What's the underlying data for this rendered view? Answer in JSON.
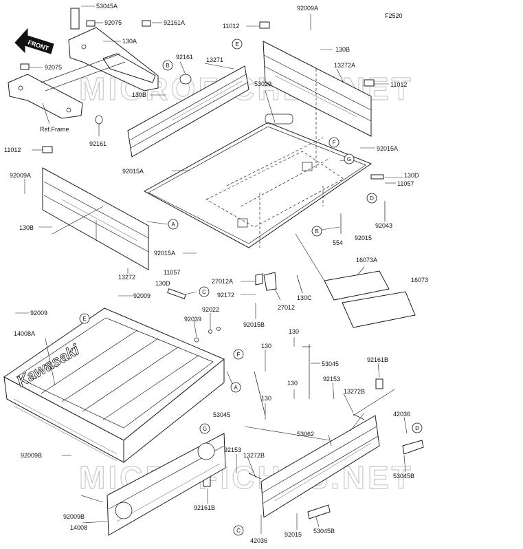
{
  "figure_code": "F2520",
  "front_label": "FRONT",
  "brand_text": "Kawasaki",
  "watermark_top": "MICROFICHES.NET",
  "watermark_bottom": "MICROFICHES.NET",
  "ref_frame_label": "Ref.Frame",
  "callout_letters": {
    "A": "A",
    "B": "B",
    "C": "C",
    "D": "D",
    "E": "E",
    "F": "F",
    "G": "G"
  },
  "part_labels": {
    "p53045A": "53045A",
    "p92075_top": "92075",
    "p92161A": "92161A",
    "p130A": "130A",
    "p92075_left": "92075",
    "p92161_mid": "92161",
    "p130B_top": "130B",
    "p92161_bot": "92161",
    "p13271": "13271",
    "p53029": "53029",
    "p11012_top": "11012",
    "p92009A_top": "92009A",
    "p130B_right": "130B",
    "p13272A": "13272A",
    "p11012_right": "11012",
    "p92015A_right": "92015A",
    "p130D_right": "130D",
    "p11057_right": "11057",
    "p92043": "92043",
    "p92015_right": "92015",
    "p554": "554",
    "p11012_left": "11012",
    "p92009A_left": "92009A",
    "p92015A_left": "92015A",
    "p130B_left": "130B",
    "p92015A_low": "92015A",
    "p13272": "13272",
    "p11057_mid": "11057",
    "p130D_mid": "130D",
    "p27012A": "27012A",
    "p92172": "92172",
    "p27012": "27012",
    "p130C": "130C",
    "p92015B": "92015B",
    "p16073A": "16073A",
    "p16073": "16073",
    "p92009_a": "92009",
    "p92009_b": "92009",
    "p14008A": "14008A",
    "p92022": "92022",
    "p92039": "92039",
    "p130_a": "130",
    "p130_b": "130",
    "p130_c": "130",
    "p130_d": "130",
    "p53045_a": "53045",
    "p53045_b": "53045",
    "p92161B_right": "92161B",
    "p92153_right": "92153",
    "p13272B_right": "13272B",
    "p42036_right": "42036",
    "p53062": "53062",
    "p53045B_right": "53045B",
    "p92009B_a": "92009B",
    "p92153_low": "92153",
    "p13272B_low": "13272B",
    "p92161B_low": "92161B",
    "p92009B_b": "92009B",
    "p14008": "14008",
    "p42036_low": "42036",
    "p92015_low": "92015",
    "p53045B_low": "53045B"
  }
}
